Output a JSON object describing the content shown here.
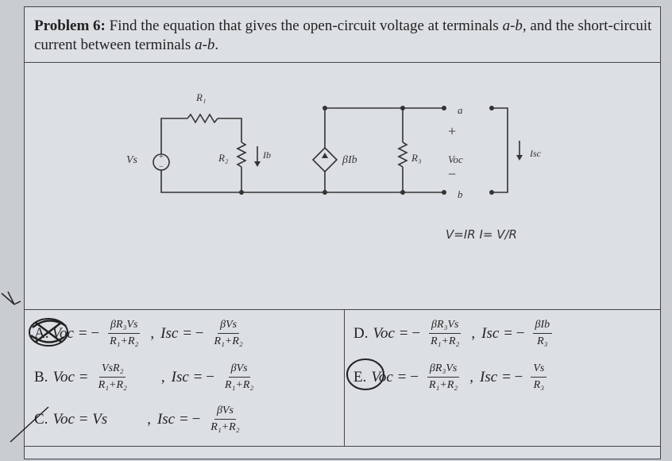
{
  "problem": {
    "label": "Problem 6:",
    "text_before_a": "Find the equation that gives the open-circuit voltage at terminals ",
    "term_ab": "a-b",
    "text_mid": ", and the short-circuit current between terminals ",
    "term_ab2": "a-b",
    "text_end": "."
  },
  "circuit": {
    "R1": "R₁",
    "R2": "R₂",
    "R3": "R₃",
    "Vs": "Vs",
    "Ib": "Ib",
    "dep_source": "βIb",
    "Voc": "Voc",
    "Isc": "Isc",
    "term_a": "a",
    "term_b": "b",
    "plus": "+",
    "minus": "−"
  },
  "handwriting": {
    "ohm_note": "V=IR  I= V/R"
  },
  "answers": {
    "A": {
      "letter": "A.",
      "voc_lhs": "Voc",
      "voc_sign": "= −",
      "voc_num": "βR₃Vs",
      "voc_den": "R₁+R₂",
      "isc_lhs": "Isc",
      "isc_sign": "= −",
      "isc_num": "βVs",
      "isc_den": "R₁+R₂"
    },
    "B": {
      "letter": "B.",
      "voc_lhs": "Voc",
      "voc_sign": "=",
      "voc_num": "VsR₂",
      "voc_den": "R₁+R₂",
      "isc_lhs": "Isc",
      "isc_sign": "= −",
      "isc_num": "βVs",
      "isc_den": "R₁+R₂"
    },
    "C": {
      "letter": "C.",
      "voc_expr": "Voc = Vs",
      "isc_lhs": "Isc",
      "isc_sign": "= −",
      "isc_num": "βVs",
      "isc_den": "R₁+R₂"
    },
    "D": {
      "letter": "D.",
      "voc_lhs": "Voc",
      "voc_sign": "= −",
      "voc_num": "βR₃Vs",
      "voc_den": "R₁+R₂",
      "isc_lhs": "Isc",
      "isc_sign": "= −",
      "isc_num": "βIb",
      "isc_den": "R₃"
    },
    "E": {
      "letter": "E.",
      "voc_lhs": "Voc",
      "voc_sign": "= −",
      "voc_num": "βR₃Vs",
      "voc_den": "R₁+R₂",
      "isc_lhs": "Isc",
      "isc_sign": "= −",
      "isc_num": "Vs",
      "isc_den": "R₃"
    }
  }
}
